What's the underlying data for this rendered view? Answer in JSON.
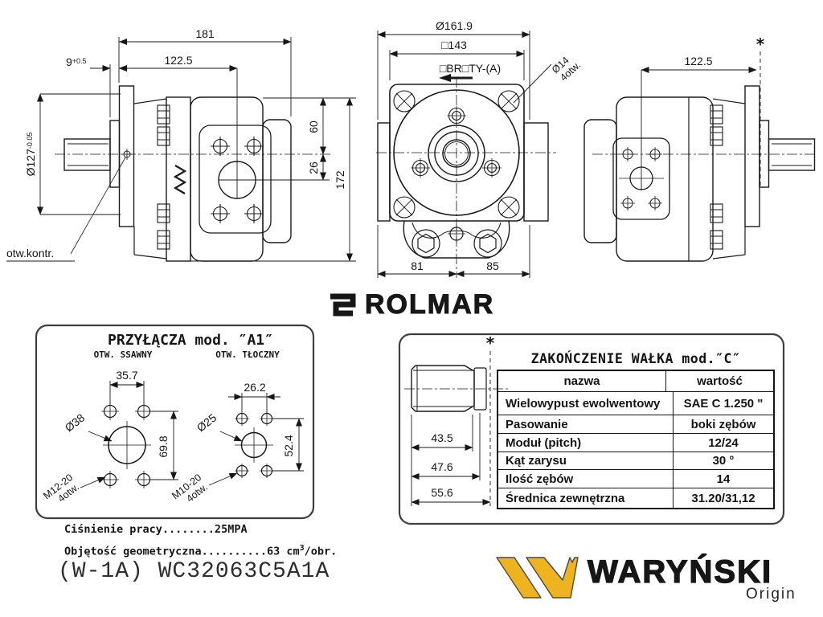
{
  "colors": {
    "ink": "#1a1a1a",
    "brand_yellow": "#EDB420",
    "panel_border": "#3f3f3f"
  },
  "views": {
    "side_left": {
      "dim_total_length": "181",
      "dim_body_length": "122.5",
      "dim_pilot": "9",
      "dim_pilot_tol": "+0.5",
      "dim_flange_dia": "Ø127",
      "dim_flange_tol": "-0.05",
      "dim_port_upper": "60",
      "dim_port_lower": "26",
      "dim_height": "172",
      "label_control_hole": "otw.kontr."
    },
    "front": {
      "dim_outer_dia": "Ø161.9",
      "dim_square": "□143",
      "label_rotation": "□BR□TY-(A)",
      "label_holes": "Ø14",
      "label_holes_count": "4otw.",
      "dim_bottom_left": "81",
      "dim_bottom_right": "85"
    },
    "side_right": {
      "dim_body_length": "122.5",
      "asterisk": "*"
    }
  },
  "rolmar": {
    "name": "ROLMAR"
  },
  "ports_panel": {
    "title": "PRZYŁĄCZA  mod. ″A1″",
    "suction_label": "OTW. SSAWNY",
    "pressure_label": "OTW. TŁOCZNY",
    "suction": {
      "hole_spacing_x": "35.7",
      "port_dia": "Ø38",
      "hole_spacing_y": "69.8",
      "thread": "M12-20",
      "thread_count": "4otw."
    },
    "pressure": {
      "hole_spacing_x": "26.2",
      "port_dia": "Ø25",
      "hole_spacing_y": "52.4",
      "thread": "M10-20",
      "thread_count": "4otw."
    }
  },
  "specs": {
    "line1": "Ciśnienie pracy........25MPA",
    "line2_pre": "Objętość geometryczna..........63 cm",
    "line2_sup": "3",
    "line2_post": "/obr.",
    "part_number": "(W-1A) WC32063C5A1A"
  },
  "shaft_panel": {
    "asterisk": "*",
    "title": "ZAKOŃCZENIE WAŁKA  mod.″C″",
    "dims": [
      "43.5",
      "47.6",
      "55.6"
    ],
    "table": {
      "headers": [
        "nazwa",
        "wartość"
      ],
      "rows": [
        [
          "Wielowypust ewolwentowy",
          "SAE C  1.250 \""
        ],
        [
          "Pasowanie",
          "boki zębów"
        ],
        [
          "Moduł (pitch)",
          "12/24"
        ],
        [
          "Kąt zarysu",
          "30 °"
        ],
        [
          "Ilość zębów",
          "14"
        ],
        [
          "Średnica zewnętrzna",
          "31.20/31,12"
        ]
      ]
    }
  },
  "warynski": {
    "name": "WARYŃSKI",
    "sub": "Origin"
  }
}
